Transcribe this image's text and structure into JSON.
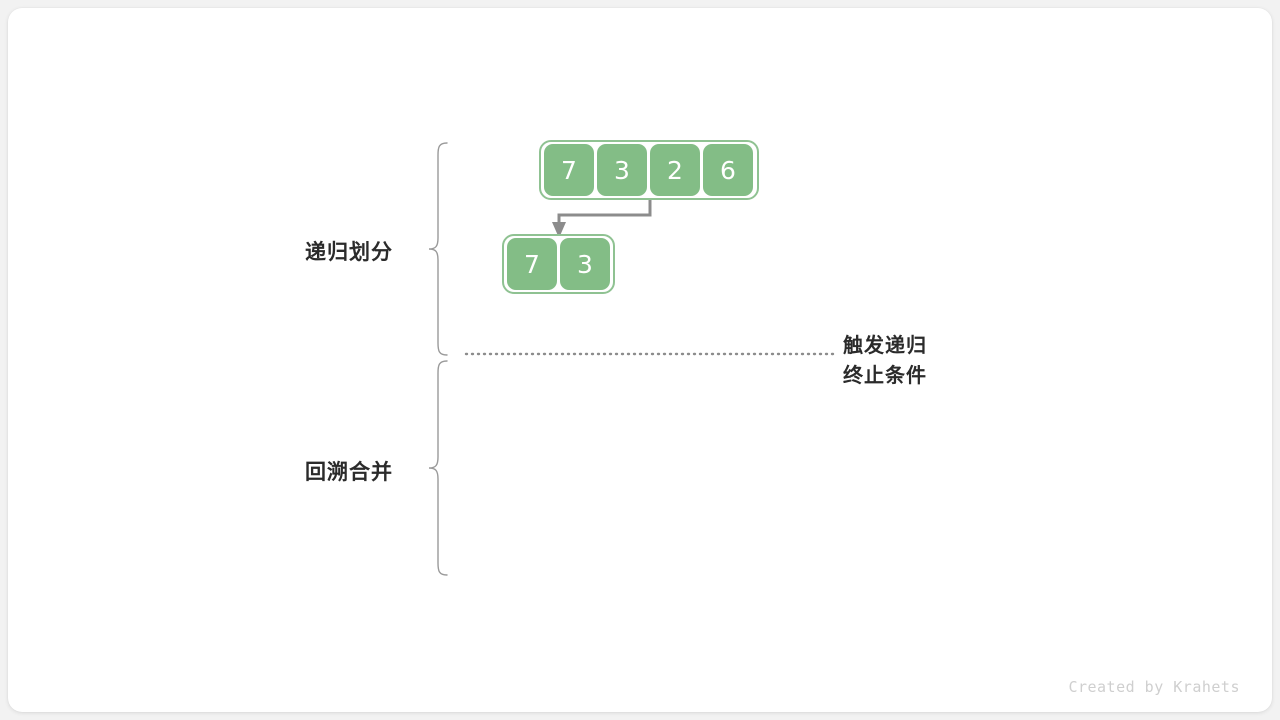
{
  "figure": {
    "title_hidden": "",
    "credit": "Created by Krahets",
    "colors": {
      "cell_fill": "#83bd86",
      "array_border": "#8fc292",
      "arrow": "#8c8c8c",
      "brace": "#9a9a9a",
      "dotted": "#8c8c8c",
      "text": "#2b2b2b",
      "credit_text": "#cfcfcf",
      "card_bg": "#ffffff",
      "page_bg": "#f2f2f2"
    }
  },
  "phases": [
    {
      "id": "divide",
      "label": "递归划分"
    },
    {
      "id": "merge",
      "label": "回溯合并"
    }
  ],
  "annotation": {
    "line1": "触发递归",
    "line2": "终止条件"
  },
  "arrays": [
    {
      "id": "root-array",
      "values": [
        "7",
        "3",
        "2",
        "6"
      ],
      "level": 0
    },
    {
      "id": "left-half-array",
      "values": [
        "7",
        "3"
      ],
      "level": 1
    }
  ],
  "arrows": [
    {
      "id": "split-left-arrow",
      "from": "root-array",
      "to": "left-half-array"
    }
  ],
  "separator": {
    "id": "recursion-base-case-divider",
    "style": "dotted"
  }
}
